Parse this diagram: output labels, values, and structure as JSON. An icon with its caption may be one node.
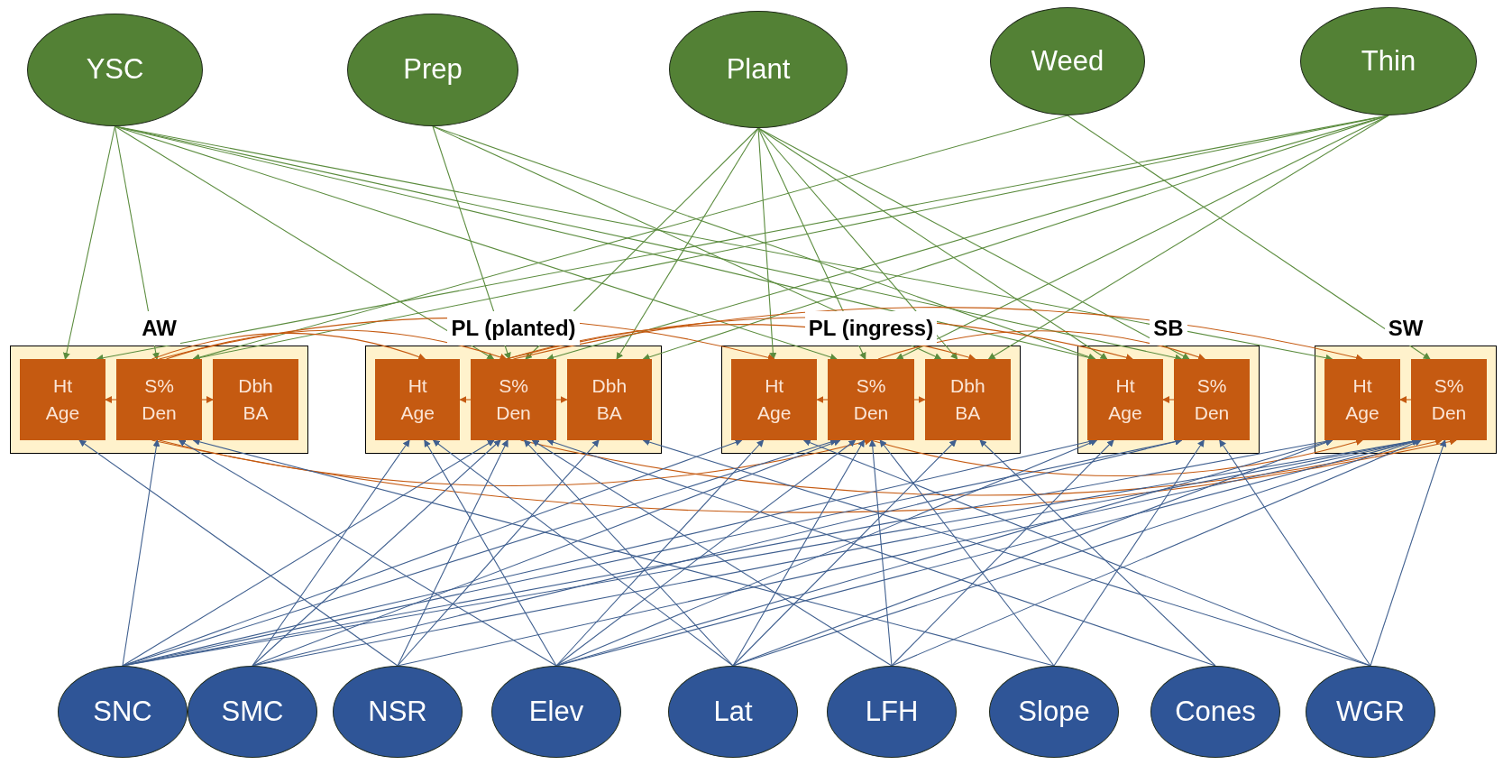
{
  "diagram": {
    "nodes": [
      {
        "text": [
          "YSC"
        ]
      },
      {
        "text": [
          "Prep"
        ]
      },
      {
        "text": [
          "Plant"
        ]
      },
      {
        "text": [
          "Weed"
        ]
      },
      {
        "text": [
          "Thin"
        ]
      },
      {
        "text": [
          "AW"
        ]
      },
      {
        "text": [
          "Ht Age"
        ],
        "in": 5
      },
      {
        "text": [
          "S% Den"
        ],
        "in": 5
      },
      {
        "text": [
          "Dbh BA"
        ],
        "in": 5
      },
      {
        "text": [
          "PL (planted)"
        ]
      },
      {
        "text": [
          "Ht Age"
        ],
        "in": 9
      },
      {
        "text": [
          "S% Den"
        ],
        "in": 9
      },
      {
        "text": [
          "Dbh BA"
        ],
        "in": 9
      },
      {
        "text": [
          "PL (ingress)"
        ]
      },
      {
        "text": [
          "Ht Age"
        ],
        "in": 13
      },
      {
        "text": [
          "S% Den"
        ],
        "in": 13
      },
      {
        "text": [
          "Dbh BA"
        ],
        "in": 13
      },
      {
        "text": [
          "SB"
        ]
      },
      {
        "text": [
          "Ht Age"
        ],
        "in": 17
      },
      {
        "text": [
          "S% Den"
        ],
        "in": 17
      },
      {
        "text": [
          "SW"
        ]
      },
      {
        "text": [
          "Ht Age"
        ],
        "in": 20
      },
      {
        "text": [
          "S% Den"
        ],
        "in": 20
      },
      {
        "text": [
          "SNC"
        ]
      },
      {
        "text": [
          "SMC"
        ]
      },
      {
        "text": [
          "NSR"
        ]
      },
      {
        "text": [
          "Elev"
        ]
      },
      {
        "text": [
          "Lat"
        ]
      },
      {
        "text": [
          "LFH"
        ]
      },
      {
        "text": [
          "Slope"
        ]
      },
      {
        "text": [
          "Cones"
        ]
      },
      {
        "text": [
          "WGR"
        ]
      }
    ],
    "edges": [
      {
        "from": 0,
        "to": 6,
        "arrow": "to",
        "color": "#5b8c3e"
      },
      {
        "from": 0,
        "to": 7,
        "arrow": "to",
        "color": "#5b8c3e"
      },
      {
        "from": 0,
        "to": 11,
        "arrow": "to",
        "color": "#5b8c3e"
      },
      {
        "from": 0,
        "to": 15,
        "arrow": "to",
        "color": "#5b8c3e"
      },
      {
        "from": 0,
        "to": 18,
        "arrow": "to",
        "color": "#5b8c3e"
      },
      {
        "from": 0,
        "to": 19,
        "arrow": "to",
        "color": "#5b8c3e"
      },
      {
        "from": 0,
        "to": 21,
        "arrow": "to",
        "color": "#5b8c3e"
      },
      {
        "from": 1,
        "to": 11,
        "arrow": "to",
        "color": "#5b8c3e"
      },
      {
        "from": 1,
        "to": 18,
        "arrow": "to",
        "color": "#5b8c3e"
      },
      {
        "from": 1,
        "to": 16,
        "arrow": "to",
        "color": "#5b8c3e"
      },
      {
        "from": 2,
        "to": 12,
        "arrow": "to",
        "color": "#5b8c3e"
      },
      {
        "from": 2,
        "to": 11,
        "arrow": "to",
        "color": "#5b8c3e"
      },
      {
        "from": 2,
        "to": 14,
        "arrow": "to",
        "color": "#5b8c3e"
      },
      {
        "from": 2,
        "to": 15,
        "arrow": "to",
        "color": "#5b8c3e"
      },
      {
        "from": 2,
        "to": 16,
        "arrow": "to",
        "color": "#5b8c3e"
      },
      {
        "from": 2,
        "to": 18,
        "arrow": "to",
        "color": "#5b8c3e"
      },
      {
        "from": 2,
        "to": 19,
        "arrow": "to",
        "color": "#5b8c3e"
      },
      {
        "from": 3,
        "to": 7,
        "arrow": "to",
        "color": "#5b8c3e"
      },
      {
        "from": 3,
        "to": 22,
        "arrow": "to",
        "color": "#5b8c3e"
      },
      {
        "from": 4,
        "to": 6,
        "arrow": "to",
        "color": "#5b8c3e"
      },
      {
        "from": 4,
        "to": 7,
        "arrow": "to",
        "color": "#5b8c3e"
      },
      {
        "from": 4,
        "to": 11,
        "arrow": "to",
        "color": "#5b8c3e"
      },
      {
        "from": 4,
        "to": 12,
        "arrow": "to",
        "color": "#5b8c3e"
      },
      {
        "from": 4,
        "to": 15,
        "arrow": "to",
        "color": "#5b8c3e"
      },
      {
        "from": 4,
        "to": 16,
        "arrow": "to",
        "color": "#5b8c3e"
      },
      {
        "from": 7,
        "to": 6,
        "arrow": "to",
        "color": "#c55a11"
      },
      {
        "from": 7,
        "to": 8,
        "arrow": "to",
        "color": "#c55a11"
      },
      {
        "from": 11,
        "to": 10,
        "arrow": "to",
        "color": "#c55a11"
      },
      {
        "from": 11,
        "to": 12,
        "arrow": "to",
        "color": "#c55a11"
      },
      {
        "from": 15,
        "to": 14,
        "arrow": "to",
        "color": "#c55a11"
      },
      {
        "from": 15,
        "to": 16,
        "arrow": "to",
        "color": "#c55a11"
      },
      {
        "from": 19,
        "to": 18,
        "arrow": "to",
        "color": "#c55a11"
      },
      {
        "from": 22,
        "to": 21,
        "arrow": "to",
        "color": "#c55a11"
      },
      {
        "from": 7,
        "to": 10,
        "arrow": "to",
        "color": "#c55a11"
      },
      {
        "from": 7,
        "to": 14,
        "arrow": "to",
        "color": "#c55a11"
      },
      {
        "from": 7,
        "to": 11,
        "arrow": "to",
        "color": "#c55a11"
      },
      {
        "from": 11,
        "to": 18,
        "arrow": "to",
        "color": "#c55a11"
      },
      {
        "from": 11,
        "to": 21,
        "arrow": "to",
        "color": "#c55a11"
      },
      {
        "from": 15,
        "to": 19,
        "arrow": "to",
        "color": "#c55a11"
      },
      {
        "from": 11,
        "to": 16,
        "arrow": "to",
        "color": "#c55a11"
      },
      {
        "from": 7,
        "to": 15,
        "arrow": "to",
        "color": "#c55a11"
      },
      {
        "from": 11,
        "to": 22,
        "arrow": "to",
        "color": "#c55a11"
      },
      {
        "from": 7,
        "to": 22,
        "arrow": "to",
        "color": "#c55a11"
      },
      {
        "from": 15,
        "to": 21,
        "arrow": "to",
        "color": "#c55a11"
      },
      {
        "from": 23,
        "to": 7,
        "arrow": "to"
      },
      {
        "from": 23,
        "to": 11,
        "arrow": "to"
      },
      {
        "from": 23,
        "to": 14,
        "arrow": "to"
      },
      {
        "from": 23,
        "to": 15,
        "arrow": "to"
      },
      {
        "from": 23,
        "to": 18,
        "arrow": "to"
      },
      {
        "from": 23,
        "to": 19,
        "arrow": "to"
      },
      {
        "from": 23,
        "to": 21,
        "arrow": "to"
      },
      {
        "from": 23,
        "to": 22,
        "arrow": "to"
      },
      {
        "from": 24,
        "to": 10,
        "arrow": "to"
      },
      {
        "from": 24,
        "to": 11,
        "arrow": "to"
      },
      {
        "from": 24,
        "to": 15,
        "arrow": "to"
      },
      {
        "from": 24,
        "to": 19,
        "arrow": "to"
      },
      {
        "from": 24,
        "to": 22,
        "arrow": "to"
      },
      {
        "from": 25,
        "to": 6,
        "arrow": "to"
      },
      {
        "from": 25,
        "to": 11,
        "arrow": "to"
      },
      {
        "from": 25,
        "to": 12,
        "arrow": "to"
      },
      {
        "from": 25,
        "to": 22,
        "arrow": "to"
      },
      {
        "from": 26,
        "to": 7,
        "arrow": "to"
      },
      {
        "from": 26,
        "to": 10,
        "arrow": "to"
      },
      {
        "from": 26,
        "to": 14,
        "arrow": "to"
      },
      {
        "from": 26,
        "to": 15,
        "arrow": "to"
      },
      {
        "from": 26,
        "to": 18,
        "arrow": "to"
      },
      {
        "from": 26,
        "to": 21,
        "arrow": "to"
      },
      {
        "from": 26,
        "to": 22,
        "arrow": "to"
      },
      {
        "from": 27,
        "to": 10,
        "arrow": "to"
      },
      {
        "from": 27,
        "to": 11,
        "arrow": "to"
      },
      {
        "from": 27,
        "to": 15,
        "arrow": "to"
      },
      {
        "from": 27,
        "to": 16,
        "arrow": "to"
      },
      {
        "from": 27,
        "to": 21,
        "arrow": "to"
      },
      {
        "from": 27,
        "to": 22,
        "arrow": "to"
      },
      {
        "from": 28,
        "to": 11,
        "arrow": "to"
      },
      {
        "from": 28,
        "to": 15,
        "arrow": "to"
      },
      {
        "from": 28,
        "to": 18,
        "arrow": "to"
      },
      {
        "from": 28,
        "to": 22,
        "arrow": "to"
      },
      {
        "from": 29,
        "to": 7,
        "arrow": "to"
      },
      {
        "from": 29,
        "to": 15,
        "arrow": "to"
      },
      {
        "from": 29,
        "to": 19,
        "arrow": "to"
      },
      {
        "from": 30,
        "to": 16,
        "arrow": "to"
      },
      {
        "from": 30,
        "to": 11,
        "arrow": "to"
      },
      {
        "from": 31,
        "to": 12,
        "arrow": "to"
      },
      {
        "from": 31,
        "to": 14,
        "arrow": "to"
      },
      {
        "from": 31,
        "to": 19,
        "arrow": "to"
      },
      {
        "from": 31,
        "to": 22,
        "arrow": "to"
      }
    ]
  }
}
